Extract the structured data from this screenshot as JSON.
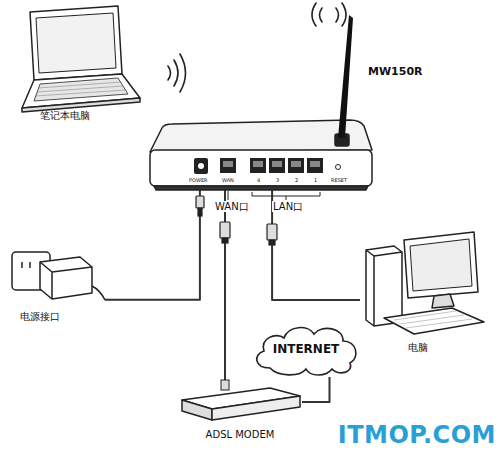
{
  "diagram": {
    "nodes": [
      {
        "text": [
          "笔记本电脑"
        ]
      },
      {
        "text": [
          "MW150R"
        ]
      },
      {
        "text": [
          "电源接口"
        ]
      },
      {
        "text": [
          "电脑"
        ]
      },
      {
        "text": [
          "INTERNET"
        ]
      },
      {
        "text": [
          "ADSL MODEM"
        ]
      }
    ],
    "edges": [
      {
        "from": 1,
        "to": 2,
        "arrow": "none"
      },
      {
        "from": 1,
        "to": 5,
        "arrow": "none"
      },
      {
        "from": 1,
        "to": 3,
        "arrow": "none"
      },
      {
        "from": 5,
        "to": 4,
        "arrow": "none"
      }
    ],
    "labels": [
      "WAN口",
      "LAN口",
      "POWER",
      "WAN",
      "4",
      "3",
      "2",
      "1",
      "RESET",
      "ITMOP.COM"
    ]
  }
}
